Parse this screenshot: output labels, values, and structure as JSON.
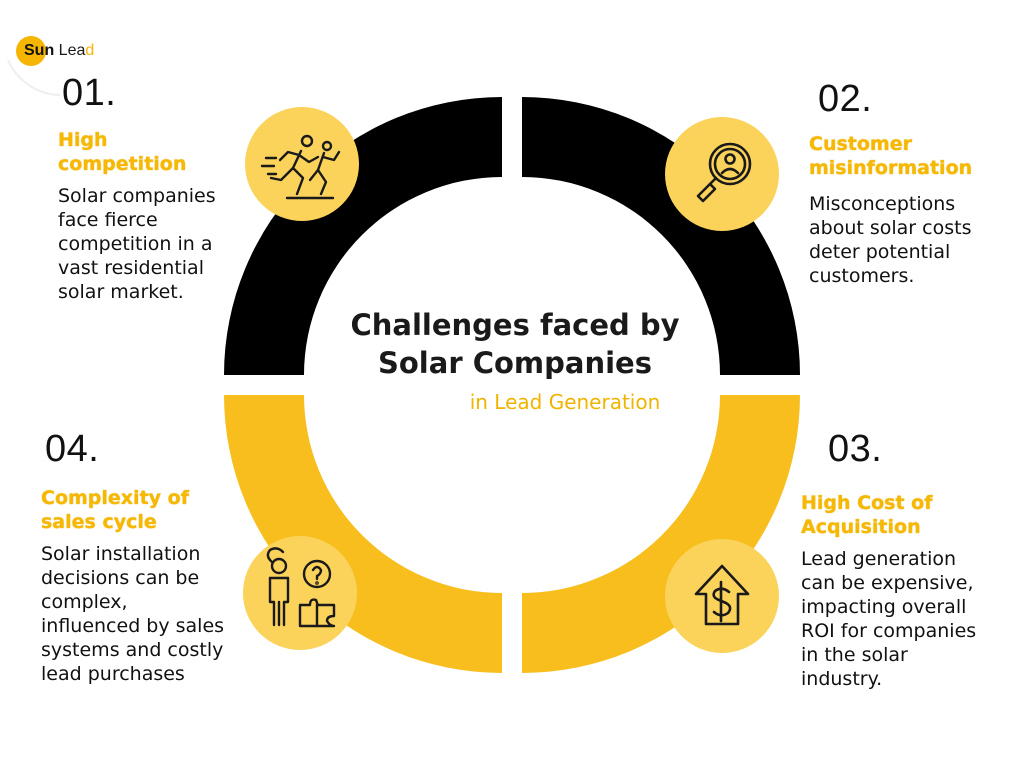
{
  "logo": {
    "part1": "Sun",
    "part2": " Lea",
    "part3": "d"
  },
  "center": {
    "title_line1": "Challenges faced by",
    "title_line2": "Solar Companies",
    "subtitle": "in Lead Generation"
  },
  "colors": {
    "accent": "#f7be1e",
    "dark": "#000000",
    "icon_bg": "#fbd25a"
  },
  "items": [
    {
      "number": "01.",
      "title_line1": "High",
      "title_line2": "competition",
      "desc": [
        "Solar companies",
        "face fierce",
        "competition in a",
        "vast residential",
        "solar market."
      ],
      "icon": "running-competition-icon"
    },
    {
      "number": "02.",
      "title_line1": "Customer",
      "title_line2": "misinformation",
      "desc": [
        "Misconceptions",
        "about solar costs",
        "deter potential",
        "customers."
      ],
      "icon": "search-user-icon"
    },
    {
      "number": "03.",
      "title_line1": "High Cost of",
      "title_line2": "Acquisition",
      "desc": [
        "Lead generation",
        "can be expensive,",
        "impacting overall",
        "ROI for companies",
        "in the solar",
        "industry."
      ],
      "icon": "house-dollar-icon"
    },
    {
      "number": "04.",
      "title_line1": "Complexity of",
      "title_line2": "sales cycle",
      "desc": [
        "Solar installation",
        "decisions can be",
        "complex,",
        "influenced by sales",
        "systems and costly",
        "lead purchases"
      ],
      "icon": "confused-puzzle-icon"
    }
  ]
}
